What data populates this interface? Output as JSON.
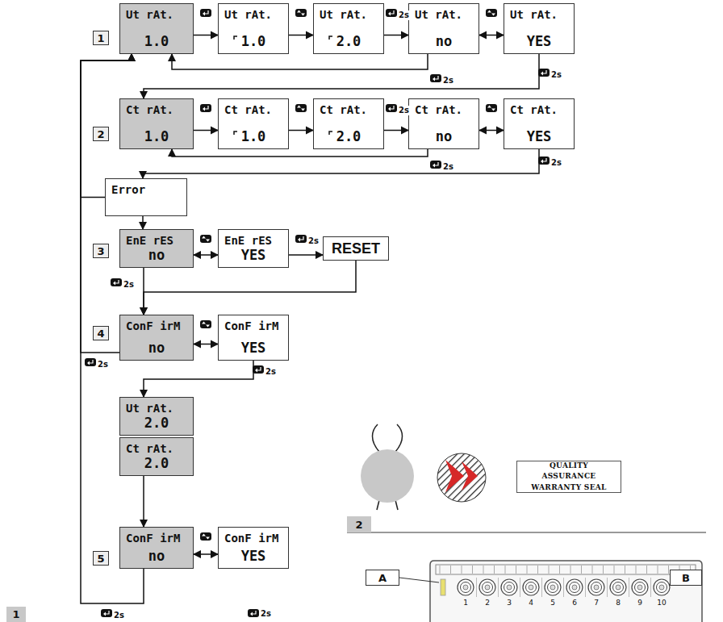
{
  "diagram": {
    "nodes": [
      {
        "text": [
          "Ut rAt.",
          "1.0"
        ]
      },
      {
        "text": [
          "Ut rAt.",
          "1.0"
        ]
      },
      {
        "text": [
          "Ut rAt.",
          "2.0"
        ]
      },
      {
        "text": [
          "Ut rAt.",
          "no"
        ]
      },
      {
        "text": [
          "Ut rAt.",
          "YES"
        ]
      },
      {
        "text": [
          "Ct rAt.",
          "1.0"
        ]
      },
      {
        "text": [
          "Ct rAt.",
          "1.0"
        ]
      },
      {
        "text": [
          "Ct rAt.",
          "2.0"
        ]
      },
      {
        "text": [
          "Ct rAt.",
          "no"
        ]
      },
      {
        "text": [
          "Ct rAt.",
          "YES"
        ]
      },
      {
        "text": [
          "Error"
        ]
      },
      {
        "text": [
          "EnE rES",
          "no"
        ]
      },
      {
        "text": [
          "EnE rES",
          "YES"
        ]
      },
      {
        "text": [
          "RESET"
        ]
      },
      {
        "text": [
          "ConF irM",
          "no"
        ]
      },
      {
        "text": [
          "ConF irM",
          "YES"
        ]
      },
      {
        "text": [
          "Ut rAt.",
          "2.0"
        ]
      },
      {
        "text": [
          "Ct rAt.",
          "2.0"
        ]
      },
      {
        "text": [
          "ConF irM",
          "no"
        ]
      },
      {
        "text": [
          "ConF irM",
          "YES"
        ]
      },
      {
        "text": [
          "QUALITY ASSURANCE WARRANTY SEAL"
        ]
      }
    ],
    "edges": [
      {
        "from": 0,
        "to": 1,
        "arrow": "to"
      },
      {
        "from": 1,
        "to": 2,
        "arrow": "to"
      },
      {
        "from": 2,
        "to": 3,
        "arrow": "to",
        "label": "2s"
      },
      {
        "from": 3,
        "to": 4,
        "arrow": "both"
      },
      {
        "from": 3,
        "to": 0,
        "arrow": "to",
        "label": "2s"
      },
      {
        "from": 4,
        "to": 5,
        "arrow": "to",
        "label": "2s"
      },
      {
        "from": 5,
        "to": 6,
        "arrow": "to"
      },
      {
        "from": 6,
        "to": 7,
        "arrow": "to"
      },
      {
        "from": 7,
        "to": 8,
        "arrow": "to",
        "label": "2s"
      },
      {
        "from": 8,
        "to": 9,
        "arrow": "both"
      },
      {
        "from": 8,
        "to": 5,
        "arrow": "to",
        "label": "2s"
      },
      {
        "from": 9,
        "to": 10,
        "arrow": "to",
        "label": "2s"
      },
      {
        "from": 10,
        "to": 0,
        "arrow": "to"
      },
      {
        "from": 10,
        "to": 11,
        "arrow": "to"
      },
      {
        "from": 11,
        "to": 12,
        "arrow": "both"
      },
      {
        "from": 12,
        "to": 13,
        "arrow": "to",
        "label": "2s"
      },
      {
        "from": 13,
        "to": 14,
        "arrow": "to"
      },
      {
        "from": 11,
        "to": 14,
        "arrow": "to",
        "label": "2s"
      },
      {
        "from": 14,
        "to": 15,
        "arrow": "both"
      },
      {
        "from": 14,
        "to": 0,
        "arrow": "to",
        "label": "2s"
      },
      {
        "from": 15,
        "to": 16,
        "arrow": "to",
        "label": "2s"
      },
      {
        "from": 17,
        "to": 18,
        "arrow": "to"
      },
      {
        "from": 18,
        "to": 19,
        "arrow": "both"
      },
      {
        "from": 18,
        "to": 0,
        "arrow": "to",
        "label": "2s"
      }
    ],
    "labels": [
      "1",
      "2",
      "3",
      "4",
      "5",
      "2s",
      "2",
      "A",
      "B",
      "1",
      "2",
      "3",
      "4",
      "5",
      "6",
      "7",
      "8",
      "9",
      "10",
      "1"
    ]
  }
}
